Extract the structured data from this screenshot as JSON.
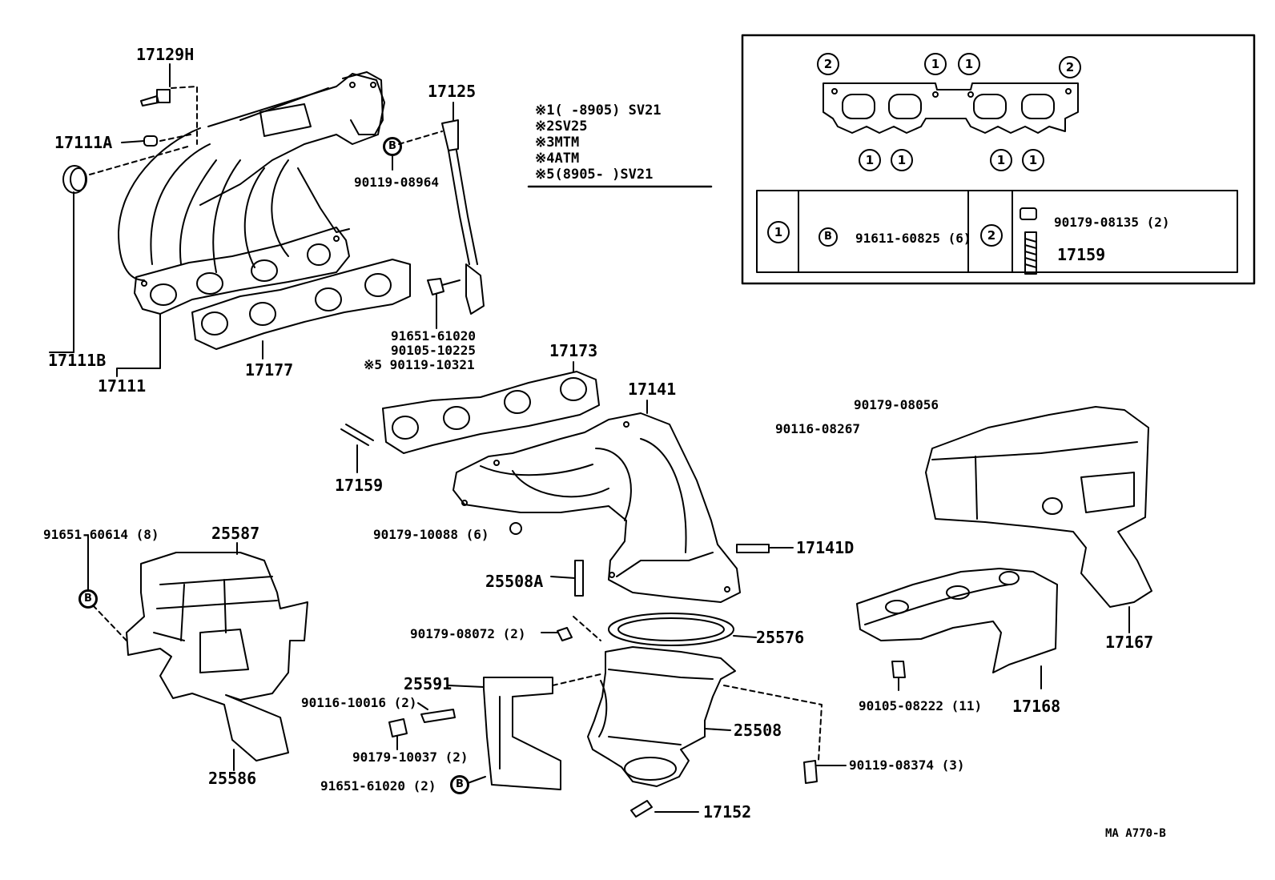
{
  "notes": [
    {
      "mark": "※1",
      "text": "(      -8905) SV21"
    },
    {
      "mark": "※2",
      "text": "SV25"
    },
    {
      "mark": "※3",
      "text": "MTM"
    },
    {
      "mark": "※4",
      "text": "ATM"
    },
    {
      "mark": "※5",
      "text": "(8905-        )SV21"
    }
  ],
  "parts": {
    "p17129H": "17129H",
    "p17111A": "17111A",
    "p17111B": "17111B",
    "p17111": "17111",
    "p17177": "17177",
    "p17125": "17125",
    "p90119_08964": "90119-08964",
    "p91651_61020": "91651-61020",
    "p90105_10225": "90105-10225",
    "p90119_10321": "※5 90119-10321",
    "p17173": "17173",
    "p17141": "17141",
    "p90179_08056": "90179-08056",
    "p90116_08267": "90116-08267",
    "p17159b": "17159",
    "p91651_60614": "91651-60614 (8)",
    "p25587": "25587",
    "p90179_10088": "90179-10088 (6)",
    "p17141D": "17141D",
    "p25508A": "25508A",
    "p90179_08072": "90179-08072 (2)",
    "p25576": "25576",
    "p25591": "25591",
    "p90116_10016": "90116-10016 (2)",
    "p25508": "25508",
    "p90179_10037": "90179-10037 (2)",
    "p91651_61020b": "91651-61020 (2)",
    "p25586": "25586",
    "p17152": "17152",
    "p90119_08374": "90119-08374 (3)",
    "p90105_08222": "90105-08222 (11)",
    "p17168": "17168",
    "p17167": "17167"
  },
  "inset": {
    "top_marks": [
      "2",
      "1",
      "1",
      "2"
    ],
    "bottom_marks": [
      "1",
      "1",
      "1",
      "1"
    ],
    "table_mark1": "1",
    "table_bolt": "91611-60825 (6)",
    "table_mark2": "2",
    "table_nut": "90179-08135 (2)",
    "table_stud": "17159"
  },
  "b_mark": "B",
  "footer": "MA  A770-B"
}
